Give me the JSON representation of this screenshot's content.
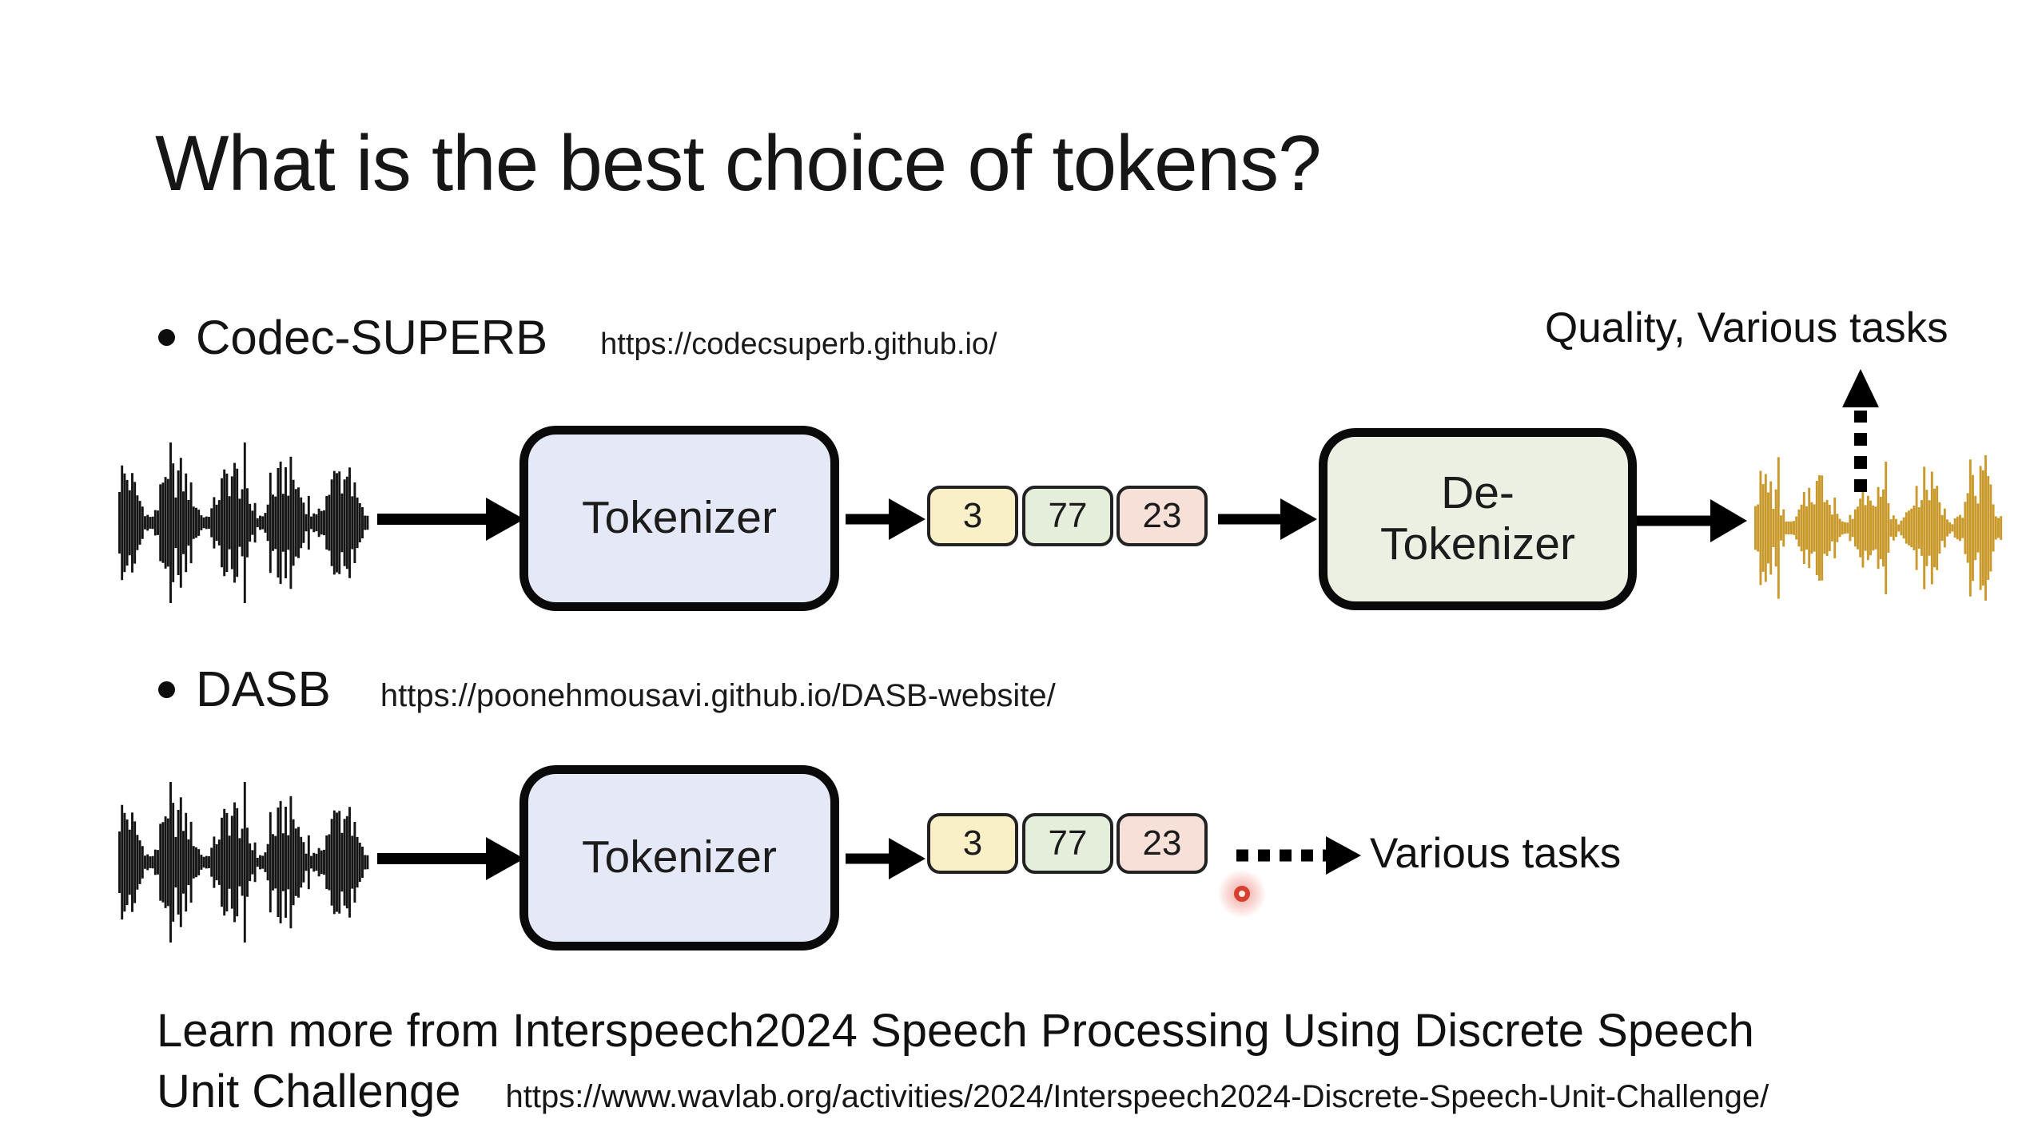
{
  "slide": {
    "title": "What is the best choice of tokens?",
    "bullets": [
      {
        "label": "Codec-SUPERB",
        "url": "https://codecsuperb.github.io/"
      },
      {
        "label": "DASB",
        "url": "https://poonehmousavi.github.io/DASB-website/"
      }
    ],
    "flow1": {
      "tokenizer_label": "Tokenizer",
      "detokenizer_line1": "De-",
      "detokenizer_line2": "Tokenizer",
      "tokens": [
        "3",
        "77",
        "23"
      ],
      "output_label": "Quality, Various tasks"
    },
    "flow2": {
      "tokenizer_label": "Tokenizer",
      "tokens": [
        "3",
        "77",
        "23"
      ],
      "output_label": "Various tasks"
    },
    "footer": {
      "line1": "Learn more from Interspeech2024 Speech Processing Using Discrete Speech",
      "line2": "Unit Challenge",
      "url": "https://www.wavlab.org/activities/2024/Interspeech2024-Discrete-Speech-Unit-Challenge/"
    },
    "colors": {
      "tokenizer_fill": "#e5e9f7",
      "detokenizer_fill": "#ebf0e2",
      "token_yellow": "#faf0c8",
      "token_green": "#e4eeda",
      "token_pink": "#f7e0d7",
      "waveform_black": "#141414",
      "waveform_gold": "#c9992b",
      "laser_red": "#d6402e"
    }
  }
}
